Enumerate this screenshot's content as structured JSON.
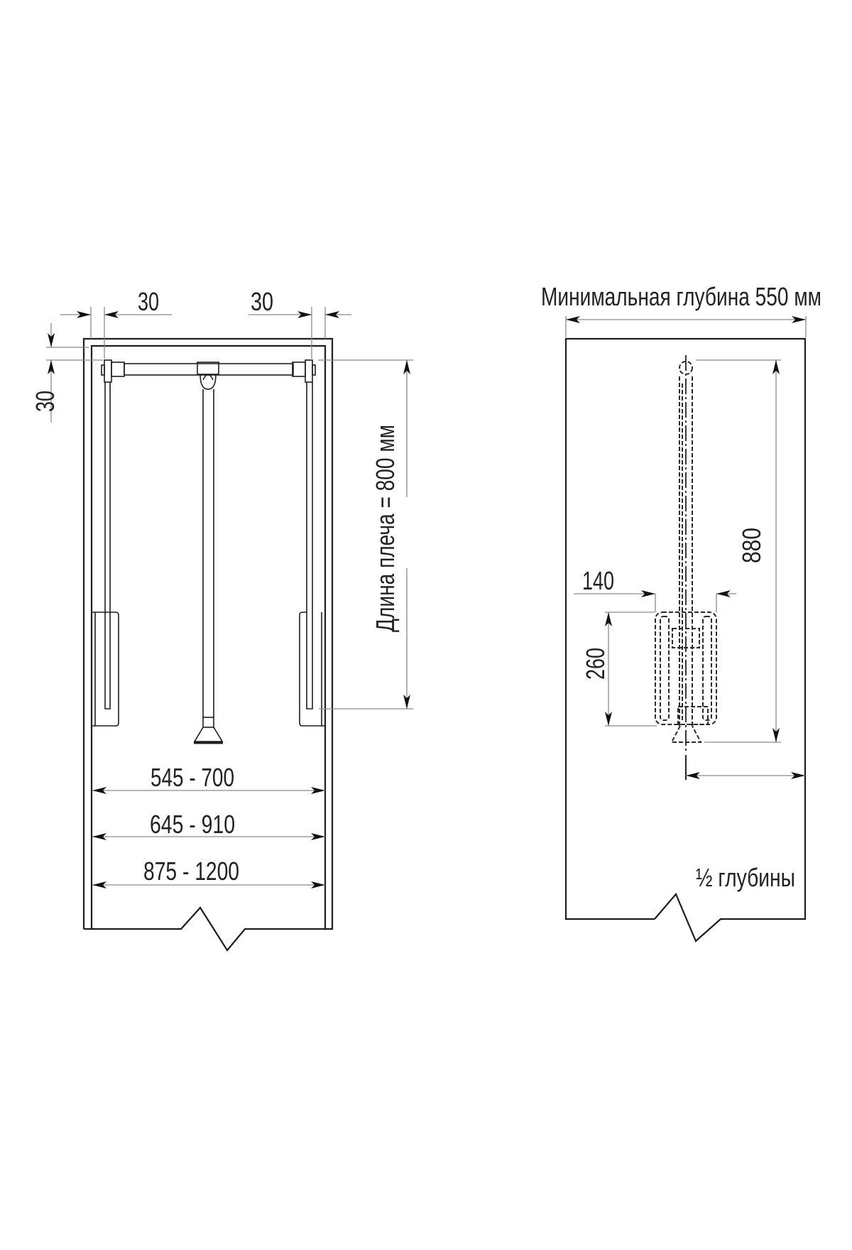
{
  "front_view": {
    "dim_left_gap": "30",
    "dim_right_gap": "30",
    "dim_top_gap": "30",
    "arm_length_label": "Длина плеча = 800 мм",
    "width_ranges": [
      "545 - 700",
      "645 - 910",
      "875 - 1200"
    ]
  },
  "side_view": {
    "min_depth_label": "Минимальная глубина 550 мм",
    "height_dim": "880",
    "width_dim": "140",
    "basket_height_dim": "260",
    "half_depth_label": "½ глубины"
  },
  "colors": {
    "line": "#1e1e1e",
    "dimension": "#8a8a8a",
    "background": "#ffffff"
  }
}
